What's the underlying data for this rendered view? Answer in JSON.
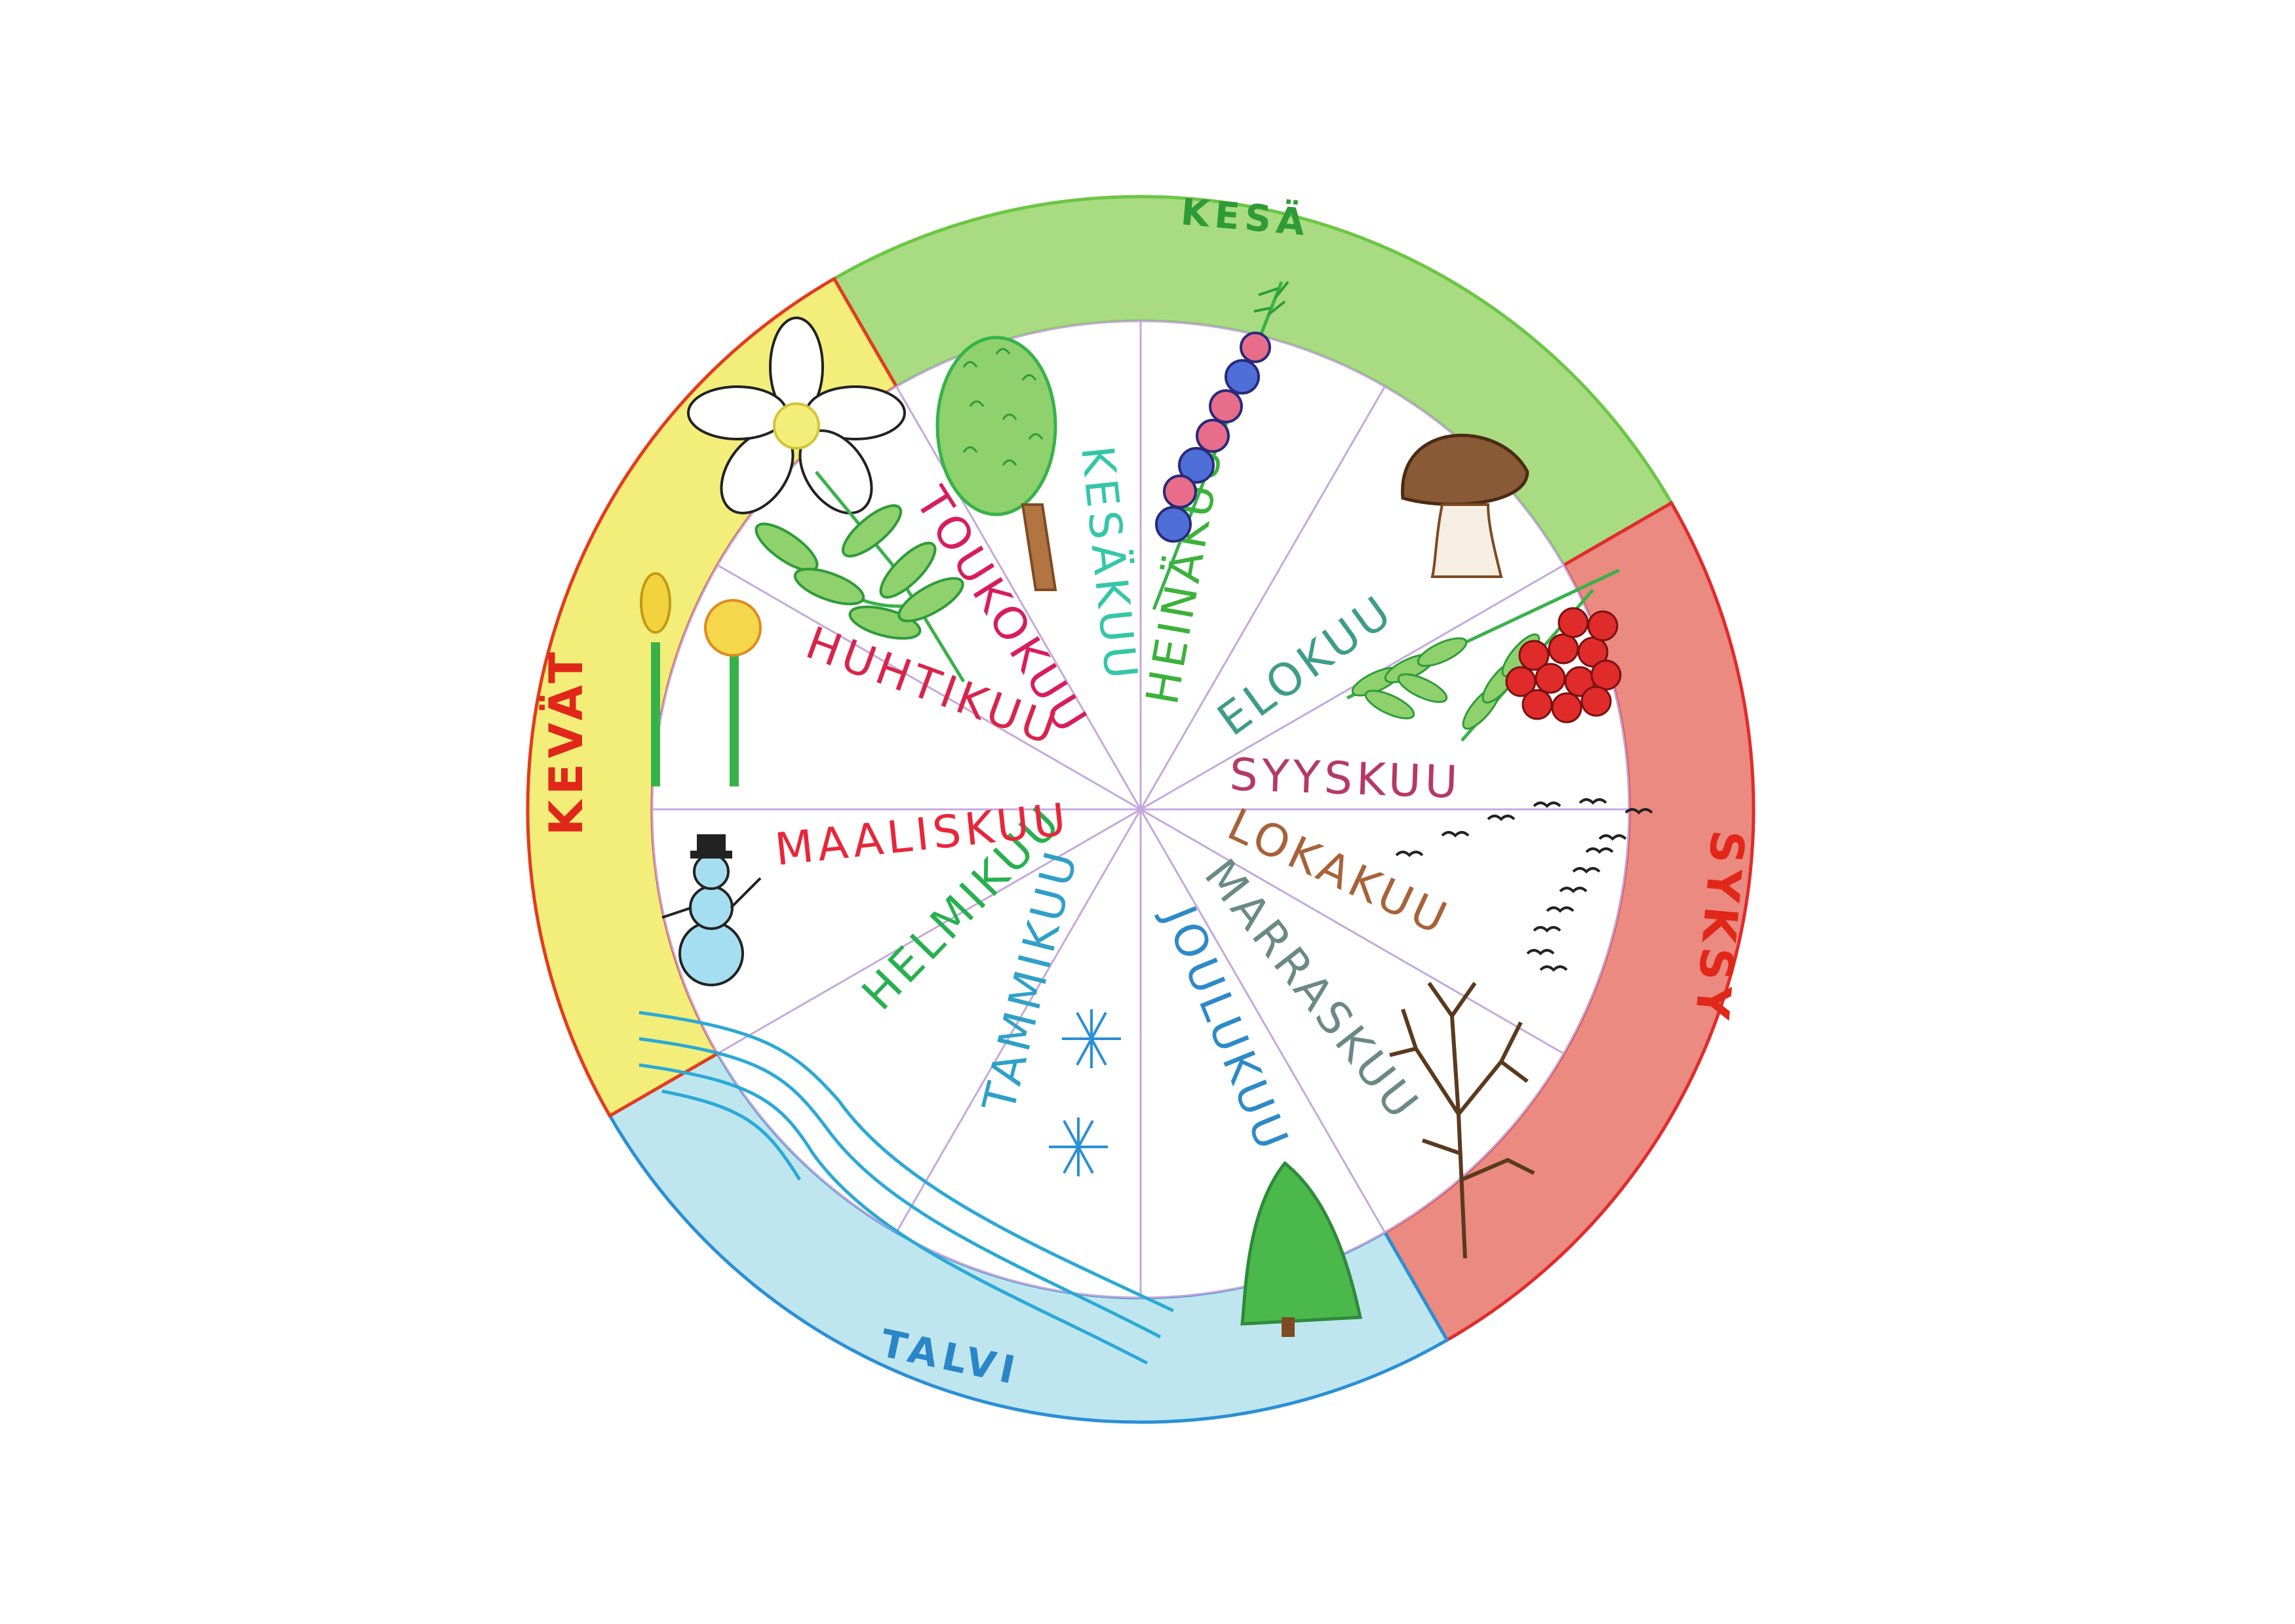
{
  "seasons": [
    {
      "key": "summer",
      "label": "KESÄ",
      "color": "#6cc644",
      "fill": "#a9dc82"
    },
    {
      "key": "autumn",
      "label": "SYKSY",
      "color": "#e22b2b",
      "fill": "#ea8a80"
    },
    {
      "key": "winter",
      "label": "TALVI",
      "color": "#2a8fd6",
      "fill": "#bfe6ef"
    },
    {
      "key": "spring",
      "label": "KEVÄT",
      "color": "#e53a1e",
      "fill": "#f3ee7a"
    }
  ],
  "months": [
    {
      "label": "TOUKOKUU",
      "color": "#d81d5c"
    },
    {
      "label": "KESÄKUU",
      "color": "#35c6a9"
    },
    {
      "label": "HEINÄKUU",
      "color": "#3bb23b"
    },
    {
      "label": "ELOKUU",
      "color": "#3e9c8a"
    },
    {
      "label": "SYYSKUU",
      "color": "#b53a63"
    },
    {
      "label": "LOKAKUU",
      "color": "#a8623a"
    },
    {
      "label": "MARRASKUU",
      "color": "#6a8a83"
    },
    {
      "label": "JOULUKUU",
      "color": "#2d8ac8"
    },
    {
      "label": "TAMMIKUU",
      "color": "#2fa0c7"
    },
    {
      "label": "HELMIKUU",
      "color": "#27b04f"
    },
    {
      "label": "MAALISKUU",
      "color": "#e8263a"
    },
    {
      "label": "HUHTIKUU",
      "color": "#d8244b"
    }
  ]
}
